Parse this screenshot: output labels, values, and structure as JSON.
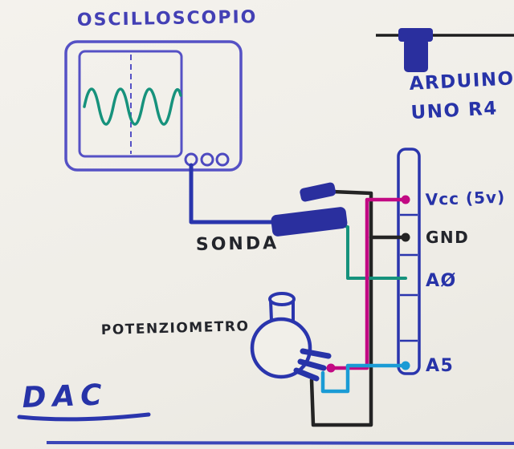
{
  "labels": {
    "oscilloscope": "OSCILLOSCOPIO",
    "probe": "SONDA",
    "potentiometer": "POTENZIOMETRO",
    "arduino_line1": "ARDUINO",
    "arduino_line2": "UNO R4",
    "dac": "DAC"
  },
  "arduino_pins": [
    {
      "id": "vcc",
      "label": "Vcc (5v)"
    },
    {
      "id": "gnd",
      "label": "GND"
    },
    {
      "id": "a0",
      "label": "AØ"
    },
    {
      "id": "a5",
      "label": "A5"
    }
  ],
  "colors": {
    "paper": "#f1efe9",
    "ink_blue": "#2733a8",
    "ink_purple": "#4f4cc2",
    "wave_teal": "#16927c",
    "wire_magenta": "#c20983",
    "wire_cyan": "#1a9bd5",
    "wire_black": "#242424"
  },
  "connections": [
    {
      "from": "oscilloscope",
      "to": "probe (sonda)",
      "wire_color": "blue"
    },
    {
      "from": "probe signal tip",
      "to": "A0",
      "wire_color": "teal"
    },
    {
      "from": "probe ground clip",
      "to": "GND",
      "wire_color": "black"
    },
    {
      "from": "Vcc (5v)",
      "to": "potentiometer terminal",
      "wire_color": "magenta"
    },
    {
      "from": "A5",
      "to": "potentiometer wiper",
      "wire_color": "cyan"
    },
    {
      "from": "GND",
      "to": "potentiometer terminal",
      "wire_color": "black"
    }
  ]
}
